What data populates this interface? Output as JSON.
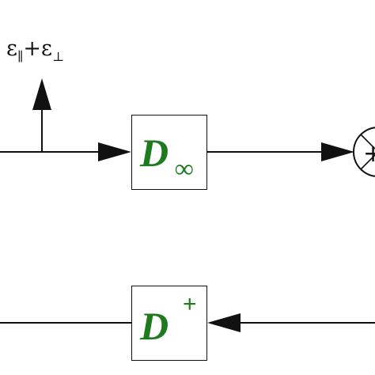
{
  "diagram": {
    "output_label": {
      "symbol1": "ε",
      "sub1": "∥",
      "op": "+",
      "symbol2": "ε",
      "sub2": "⊥"
    },
    "block_dinf": {
      "letter": "D",
      "subscript": "∞"
    },
    "block_dplus": {
      "letter": "D",
      "superscript": "+"
    },
    "summing_junction": {
      "sign": "+"
    },
    "colors": {
      "block_text": "#1d7a1d",
      "lines": "#111111"
    }
  }
}
